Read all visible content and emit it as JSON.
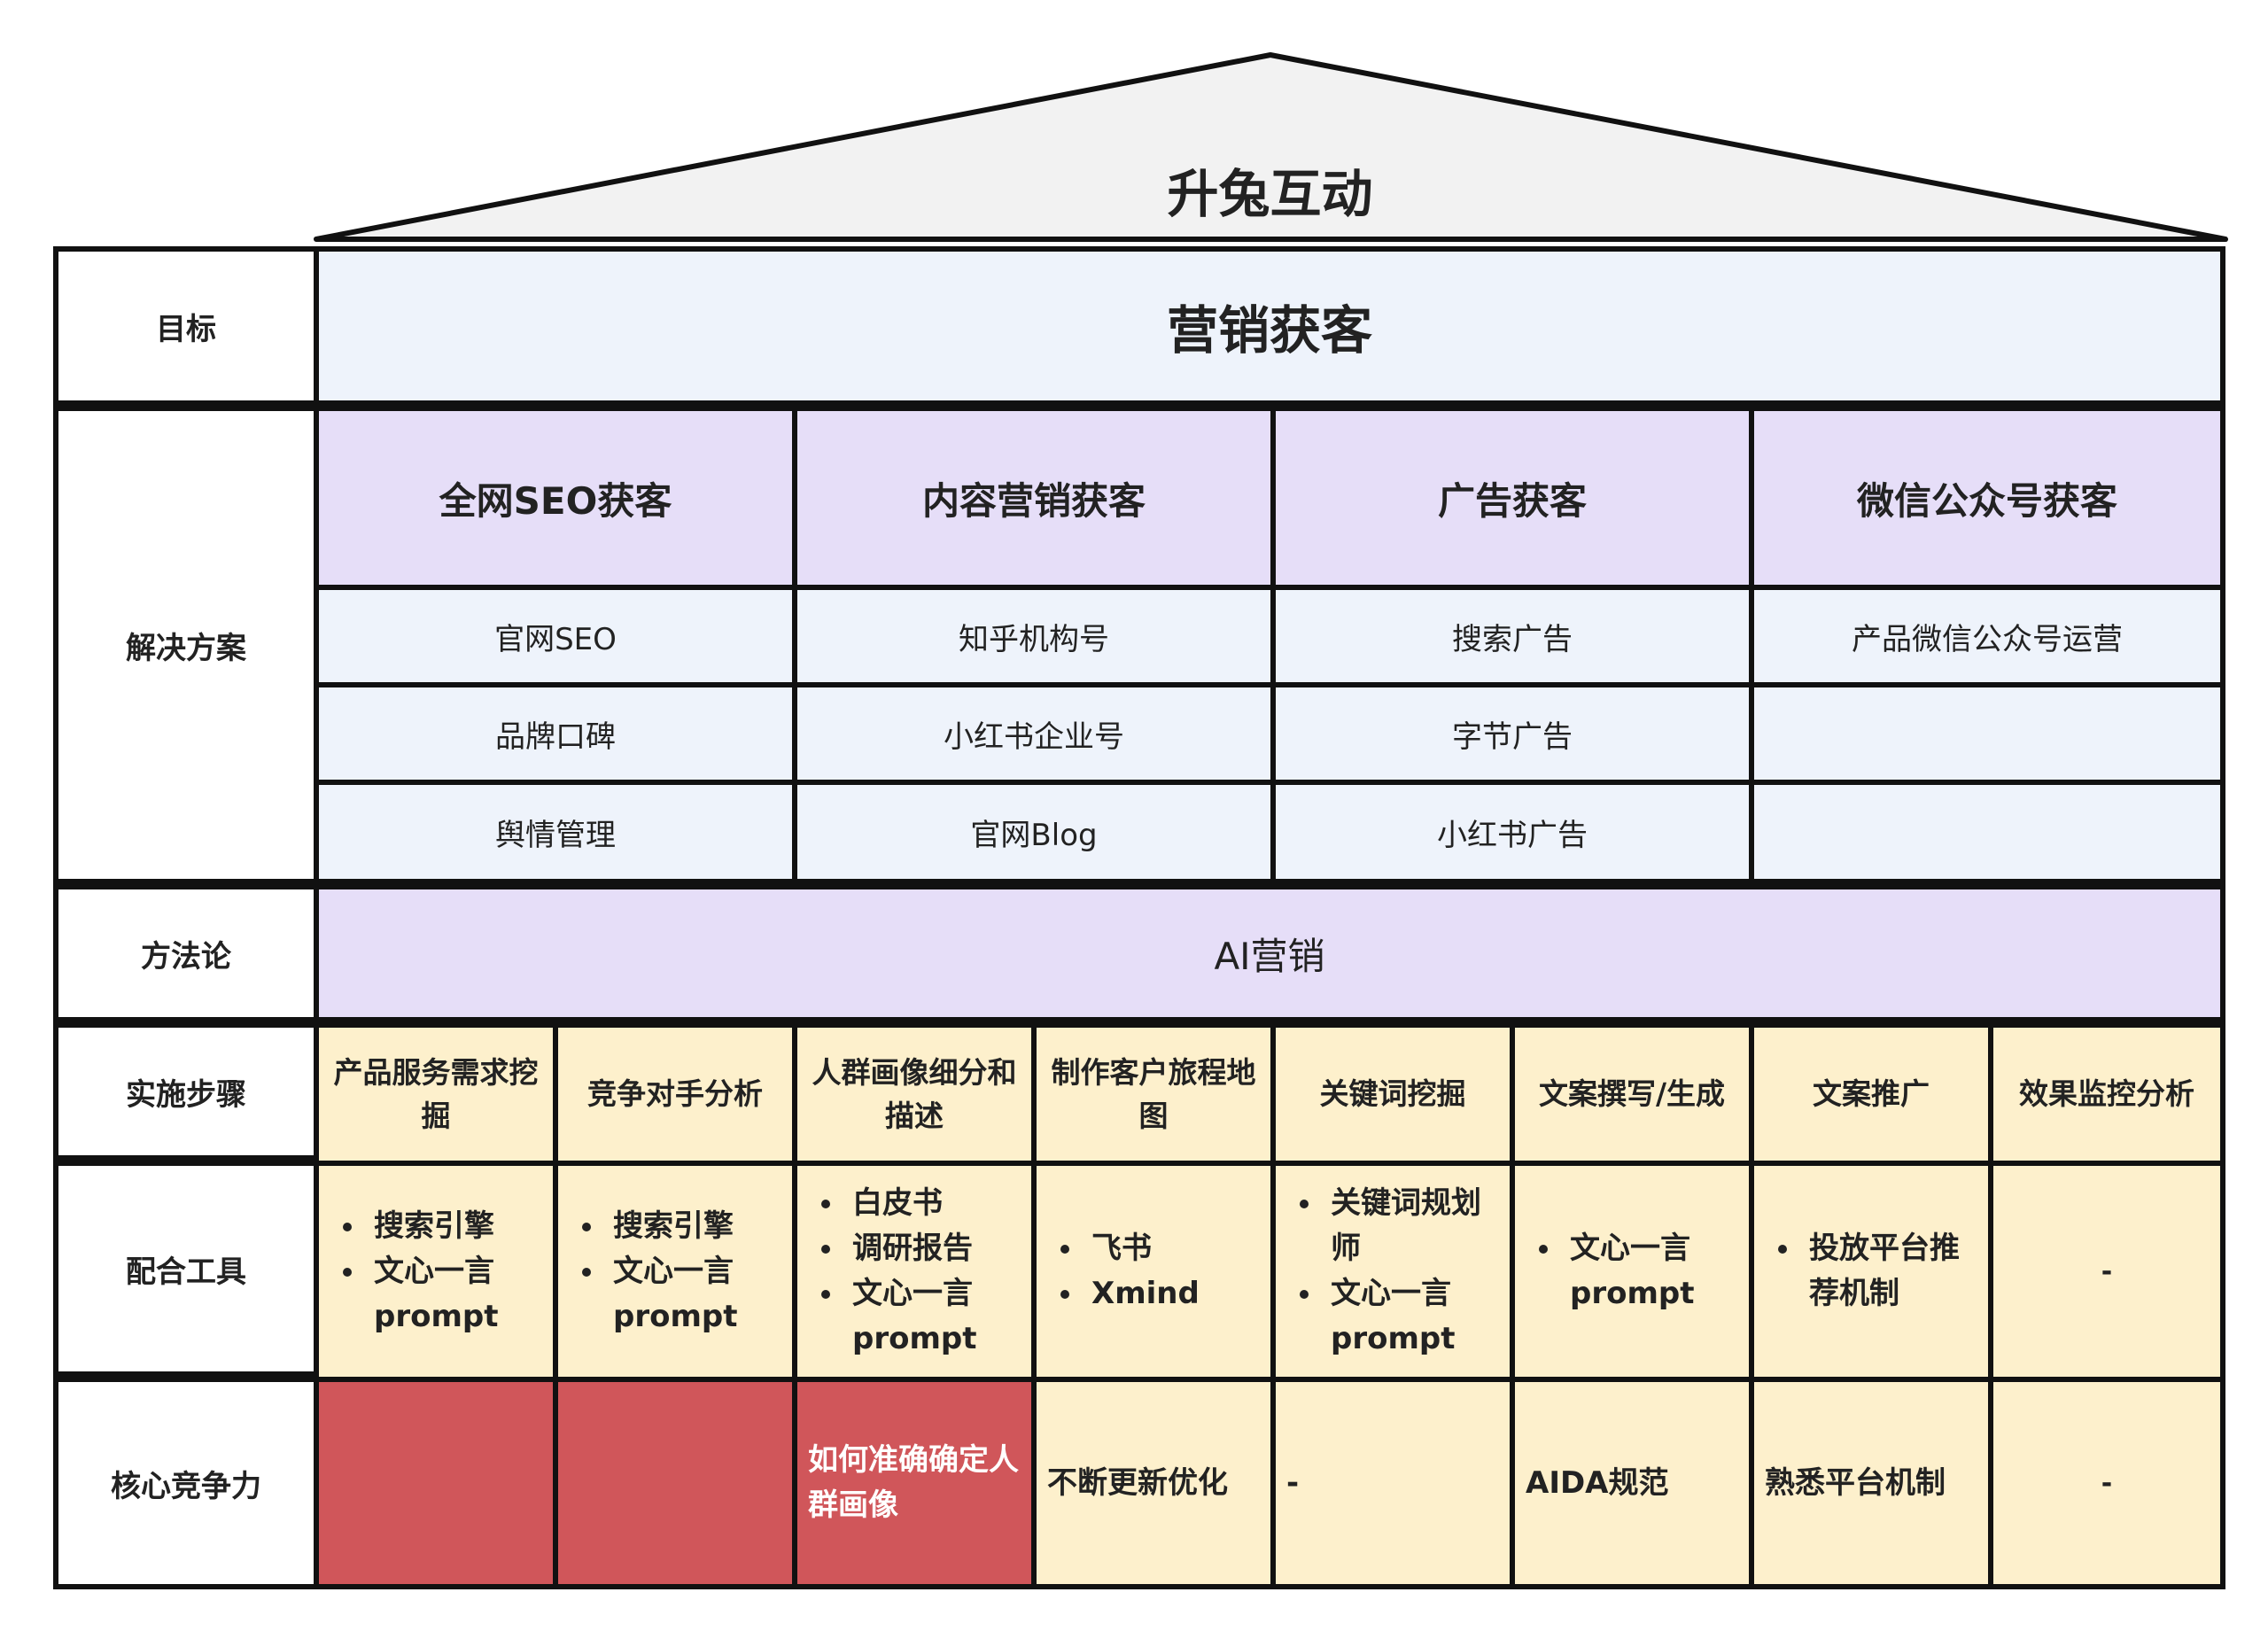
{
  "title": "升兔互动",
  "labels": {
    "goal": "目标",
    "solutions": "解决方案",
    "methodology": "方法论",
    "steps": "实施步骤",
    "tools": "配合工具",
    "core": "核心竞争力"
  },
  "goal": "营销获客",
  "solutions": [
    {
      "title": "全网SEO获客",
      "items": [
        "官网SEO",
        "品牌口碑",
        "舆情管理"
      ]
    },
    {
      "title": "内容营销获客",
      "items": [
        "知乎机构号",
        "小红书企业号",
        "官网Blog"
      ]
    },
    {
      "title": "广告获客",
      "items": [
        "搜索广告",
        "字节广告",
        "小红书广告"
      ]
    },
    {
      "title": "微信公众号获客",
      "items": [
        "产品微信公众号运营",
        "",
        ""
      ]
    }
  ],
  "methodology": "AI营销",
  "steps": [
    "产品服务需求挖掘",
    "竞争对手分析",
    "人群画像细分和描述",
    "制作客户旅程地图",
    "关键词挖掘",
    "文案撰写/生成",
    "文案推广",
    "效果监控分析"
  ],
  "tools": [
    [
      "搜索引擎",
      "文心一言prompt"
    ],
    [
      "搜索引擎",
      "文心一言prompt"
    ],
    [
      "白皮书",
      "调研报告",
      "文心一言prompt"
    ],
    [
      "飞书",
      "Xmind"
    ],
    [
      "关键词规划师",
      "文心一言prompt"
    ],
    [
      "文心一言prompt"
    ],
    [
      "投放平台推荐机制"
    ],
    []
  ],
  "tools_empty": "-",
  "core": [
    "",
    "",
    "如何准确确定人群画像",
    "不断更新优化",
    "-",
    "AIDA规范",
    "熟悉平台机制",
    "-"
  ],
  "colors": {
    "blue": "#eef3fb",
    "lavender": "#e6def8",
    "cream": "#fdf0cc",
    "red": "#d0565a",
    "border": "#111111"
  }
}
